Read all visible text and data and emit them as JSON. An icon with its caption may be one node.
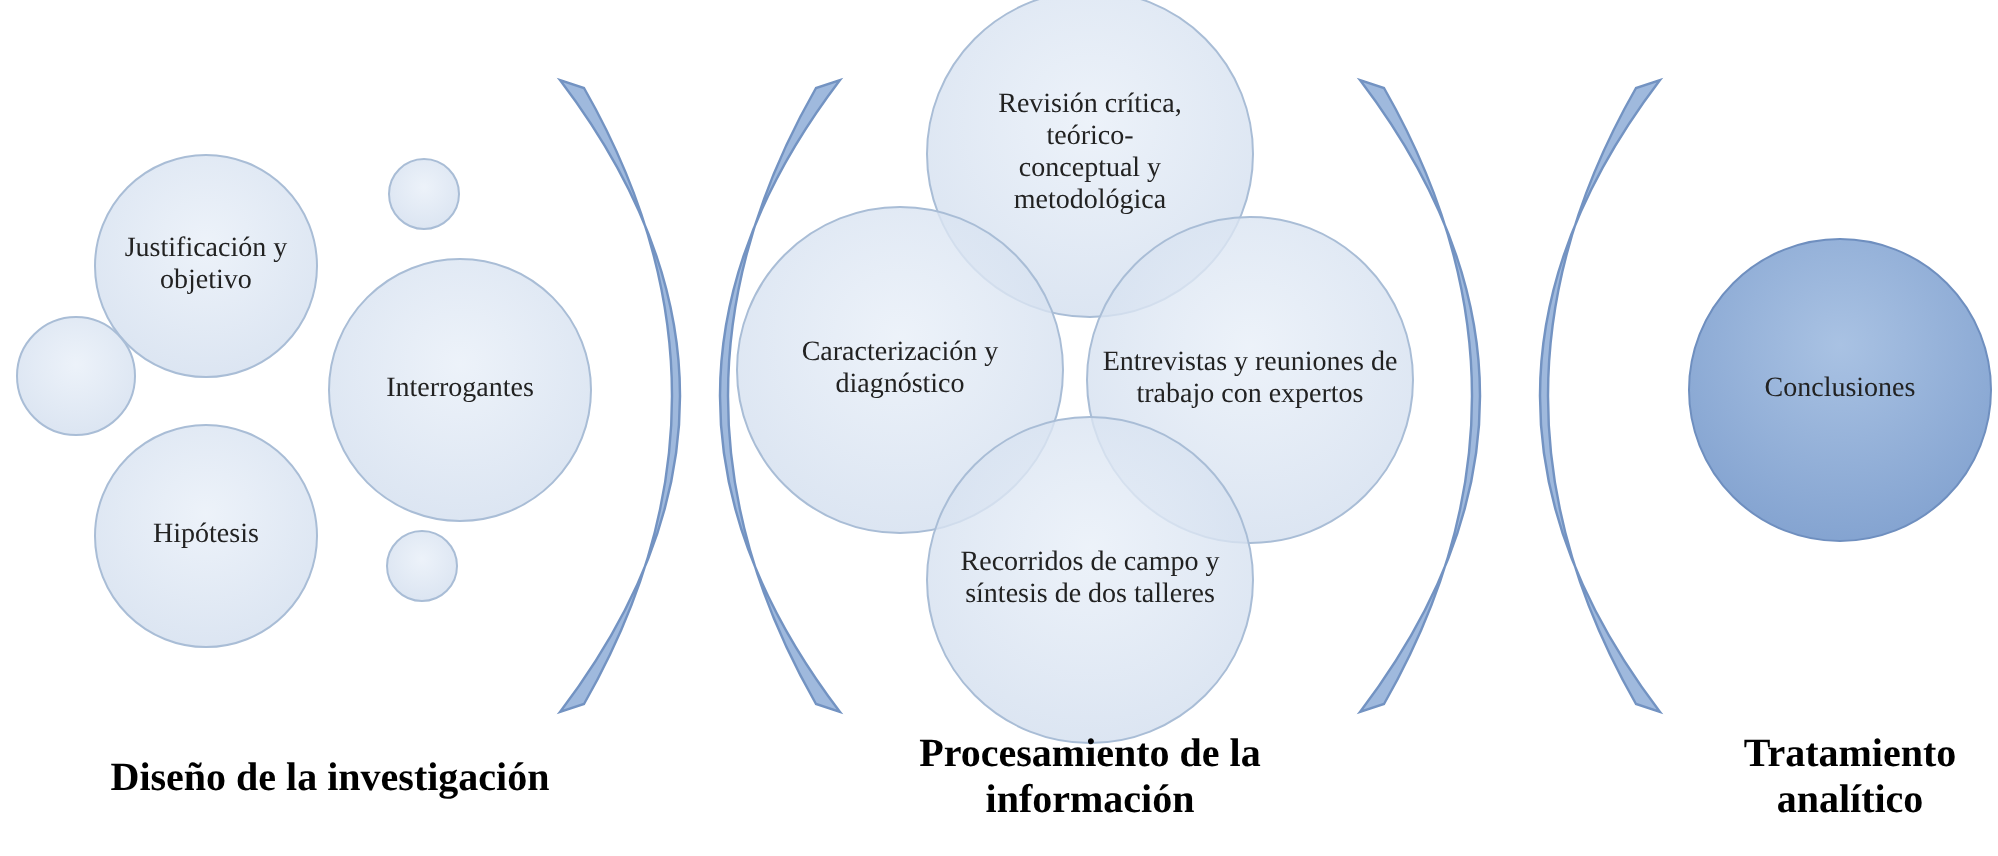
{
  "diagram": {
    "nodes": [
      {
        "text": [
          "Justificación y objetivo"
        ]
      },
      {
        "text": [],
        "shape": "circle"
      },
      {
        "text": [],
        "shape": "circle"
      },
      {
        "text": [
          "Interrogantes"
        ]
      },
      {
        "text": [
          "Hipótesis"
        ]
      },
      {
        "text": [],
        "shape": "circle"
      },
      {
        "text": [
          "Revisión crítica, teórico-conceptual y metodológica"
        ]
      },
      {
        "text": [
          "Caracterización y diagnóstico"
        ]
      },
      {
        "text": [
          "Entrevistas y reuniones de trabajo con expertos"
        ]
      },
      {
        "text": [
          "Recorridos de campo y síntesis de dos talleres"
        ]
      },
      {
        "text": [
          "Conclusiones"
        ]
      },
      {
        "text": [],
        "shape": "arc"
      },
      {
        "text": [],
        "shape": "arc"
      },
      {
        "text": [],
        "shape": "arc"
      },
      {
        "text": [],
        "shape": "arc"
      }
    ],
    "edges": [],
    "labels": [
      "Diseño de la investigación",
      "Procesamiento de la información",
      "Tratamiento analítico"
    ]
  }
}
